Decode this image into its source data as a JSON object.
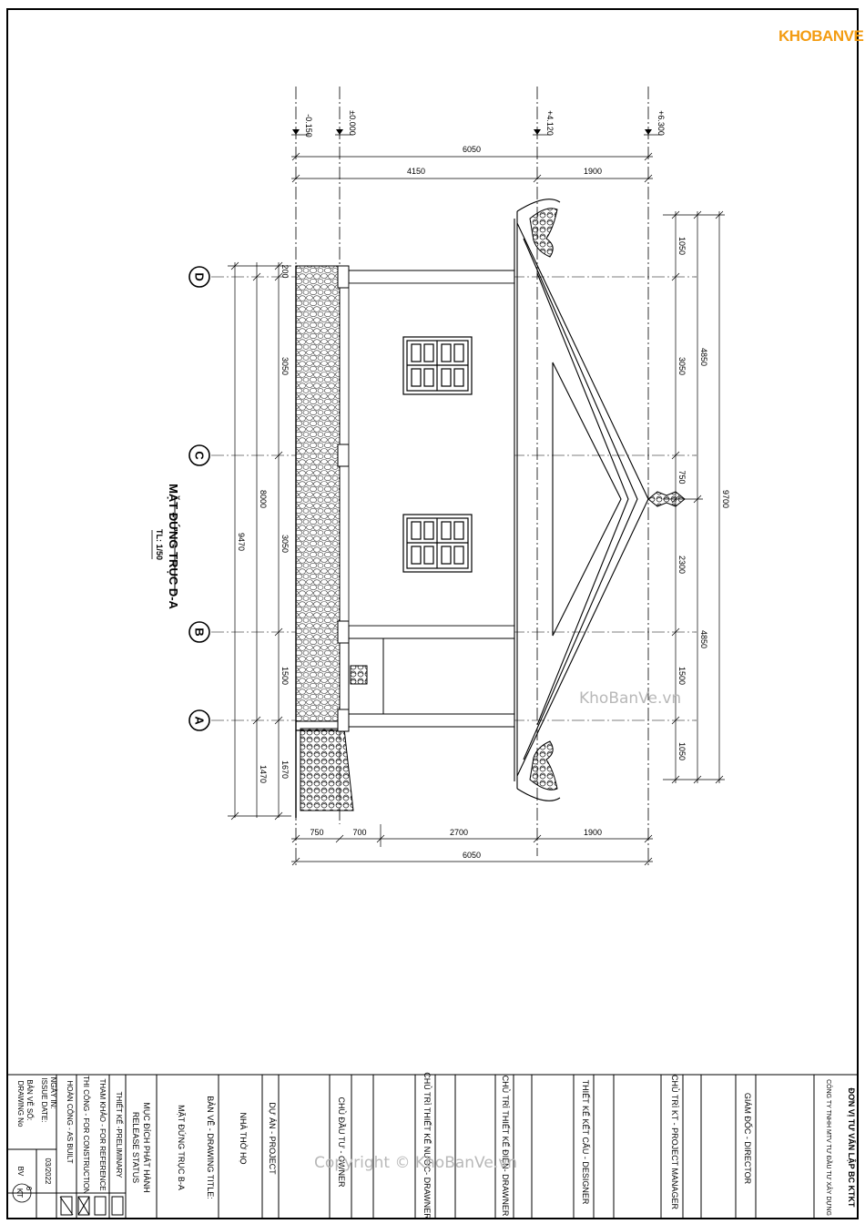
{
  "logo": {
    "text": "KHOBANVE",
    "colors": {
      "kho": "#f39c12",
      "banve": "#e67e22"
    }
  },
  "watermarks": [
    "KhoBanVe.vn",
    "Copyright © KhoBanVe.vn"
  ],
  "drawing": {
    "title": "MẶT ĐỨNG TRỤC D-A",
    "scale": "TL: 1/50",
    "axes": [
      "D",
      "C",
      "B",
      "A"
    ],
    "levels": [
      "-0.150",
      "±0.000",
      "+4.120",
      "+6.300"
    ],
    "dims_top": {
      "total": "6050",
      "segs": [
        "4150",
        "1900"
      ]
    },
    "dims_bottom": {
      "total": "6050",
      "segs": [
        "750",
        "700",
        "2700",
        "1900"
      ]
    },
    "dims_left_outer": "9470",
    "dims_left_mid": "8000",
    "dims_left_inner": [
      "200",
      "3050",
      "3050",
      "1500",
      "1670",
      "1470"
    ],
    "dims_right_outer": "9700",
    "dims_right_mid": [
      "4850",
      "4850"
    ],
    "dims_right_inner": [
      "1050",
      "3050",
      "750",
      "2300",
      "1500",
      "1050"
    ]
  },
  "title_block": {
    "consultant": "ĐƠN VỊ TƯ VẤN LẬP BC KTKT",
    "company": "CÔNG TY TNHH MTV TƯ ĐẦU TƯ XÂY DỰNG",
    "director": "GIÁM ĐỐC - DIRECTOR",
    "pm": "CHỦ TRÌ KT - PROJECT MANAGER",
    "designer": "THIẾT KẾ KẾT CẤU - DESIGNER",
    "elec": "CHỦ TRÌ THIẾT KẾ ĐIỆN- DRAWNER",
    "water": "CHỦ TRÌ THIẾT KẾ NƯỚC- DRAWNER",
    "owner": "CHỦ ĐẦU TƯ - OWNER",
    "project_label": "DỰ ÁN - PROJECT",
    "project_name": "NHÀ THỜ HỌ",
    "drawing_title_label": "BẢN VẼ - DRAWING TITLE:",
    "drawing_title": "MẶT ĐỨNG TRỤC B-A",
    "release_vn": "MỤC ĐÍCH PHÁT HÀNH",
    "release_en": "RELEASE STATUS",
    "status": [
      "THIẾT KẾ -PRELIMINARY",
      "THAM KHẢO - FOR REFERENCE",
      "THI CÔNG - FOR CONSTRUCTION",
      "HOÀN CÔNG - AS BUILT"
    ],
    "issue_label": "NGÀY IN:",
    "issue_en": "ISSUE DATE:",
    "issue_date": "03/2022",
    "drawing_no_label": "BẢN VẼ SỐ:",
    "drawing_no_en": "DRAWING No",
    "sheet_prefix": "BV",
    "sheet_num": "6",
    "sheet_code": "KT"
  }
}
